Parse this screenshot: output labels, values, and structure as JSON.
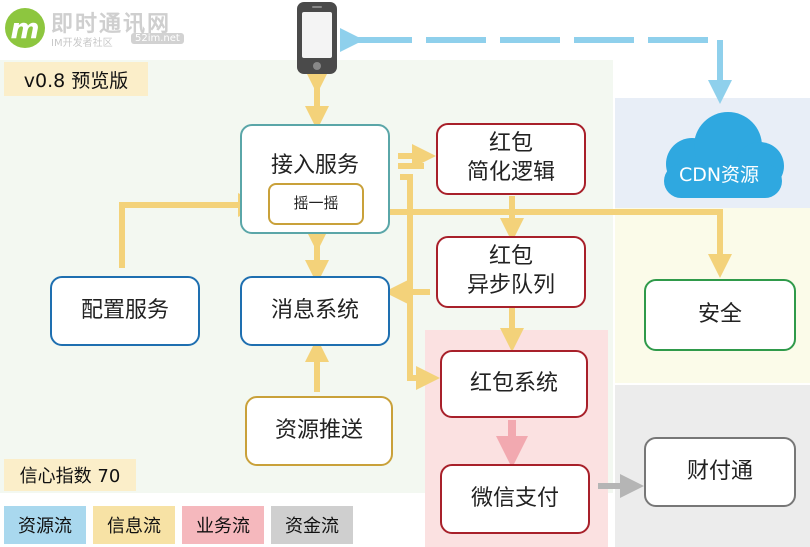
{
  "logo": {
    "name": "即时通讯网",
    "subtitle": "IM开发者社区",
    "site": "52im.net"
  },
  "version_tag": "v0.8 预览版",
  "confidence_tag": "信心指数 70",
  "nodes": {
    "access": "接入服务",
    "shake": "摇一摇",
    "config": "配置服务",
    "message": "消息系统",
    "push": "资源推送",
    "redpacket_logic": "红包\n简化逻辑",
    "redpacket_queue": "红包\n异步队列",
    "redpacket_system": "红包系统",
    "wechat_pay": "微信支付",
    "tenpay": "财付通",
    "security": "安全",
    "cdn": "CDN资源"
  },
  "legend": [
    {
      "label": "资源流",
      "color": "#a9d8ee"
    },
    {
      "label": "信息流",
      "color": "#f7e2a5"
    },
    {
      "label": "业务流",
      "color": "#f5b8bd"
    },
    {
      "label": "资金流",
      "color": "#cfcfcf"
    }
  ],
  "colors": {
    "resource_flow": "#8fd0ec",
    "info_flow": "#f3d27a",
    "business_flow": "#f2a9b0",
    "fund_flow": "#b5b5b5",
    "cdn_cloud": "#2fa8e0"
  }
}
